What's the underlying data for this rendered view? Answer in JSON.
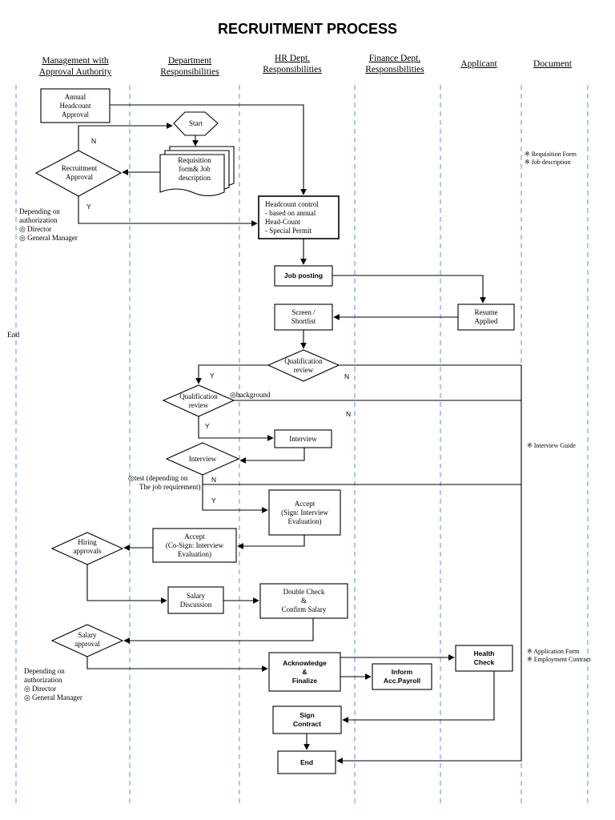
{
  "title": "RECRUITMENT PROCESS",
  "lanes": [
    {
      "line1": "Management with",
      "line2": "Approval Authority"
    },
    {
      "line1": "Department",
      "line2": "Responsibilities"
    },
    {
      "line1": "HR Dept.",
      "line2": "Responsibilities"
    },
    {
      "line1": "Finance Dept.",
      "line2": "Responsibilities"
    },
    {
      "line1": "Applicant",
      "line2": ""
    },
    {
      "line1": "Document",
      "line2": ""
    }
  ],
  "nodes": {
    "annual_headcount": [
      "Annual",
      "Headcount",
      "Approval"
    ],
    "start": [
      "Start"
    ],
    "requisition": [
      "Requisition",
      "form& Job",
      "description"
    ],
    "recruitment_approval": [
      "Recruitment",
      "Approval"
    ],
    "headcount_control": [
      "Headcount control",
      "- based on annual",
      "  Head-Count",
      "- Special Permit"
    ],
    "job_posting": [
      "Job posting"
    ],
    "resume_applied": [
      "Resume",
      "Applied"
    ],
    "screen_shortlist": [
      "Screen /",
      "Shortlist"
    ],
    "qualification_review_hr": [
      "Qualification",
      "review"
    ],
    "qualification_review_dept": [
      "Qualification",
      "review"
    ],
    "interview_hr": [
      "Interview"
    ],
    "interview_dept": [
      "Interview"
    ],
    "accept_hr": [
      "Accept",
      "(Sign: Interview",
      "Evaluation)"
    ],
    "accept_dept": [
      "Accept",
      "(Co-Sign: Interview",
      "Evaluation)"
    ],
    "hiring_approvals": [
      "Hiring",
      "approvals"
    ],
    "salary_discussion": [
      "Salary",
      "Discussion"
    ],
    "double_check": [
      "Double Check",
      "&",
      "Confirm Salary"
    ],
    "salary_approval": [
      "Salary",
      "approval"
    ],
    "acknowledge": [
      "Acknowledge",
      "&",
      "Finalize"
    ],
    "inform_payroll": [
      "Inform",
      "Acc.Payroll"
    ],
    "health_check": [
      "Health",
      "Check"
    ],
    "sign_contract": [
      "Sign",
      "Contract"
    ],
    "end_node": [
      "End"
    ]
  },
  "labels": {
    "n1": "N",
    "y1": "Y",
    "y2": "Y",
    "n2": "N",
    "n3": "N",
    "y3": "Y",
    "n4": "N",
    "y4": "Y",
    "end_left": "End",
    "background": "◎background",
    "test_note": [
      "◎test (depending on",
      "The job requirement)"
    ]
  },
  "notes": {
    "authorization_1": [
      "Depending on",
      "authorization",
      "◎ Director",
      "◎ General Manager"
    ],
    "authorization_2": [
      "Depending on",
      "authorization",
      "◎ Director",
      "◎ General Manager"
    ],
    "doc_1": [
      "※ Requisition Form",
      "※ Job description"
    ],
    "doc_2": [
      "※ Interview Guide"
    ],
    "doc_3": [
      "※ Application Form",
      "※ Employment Contract"
    ]
  }
}
